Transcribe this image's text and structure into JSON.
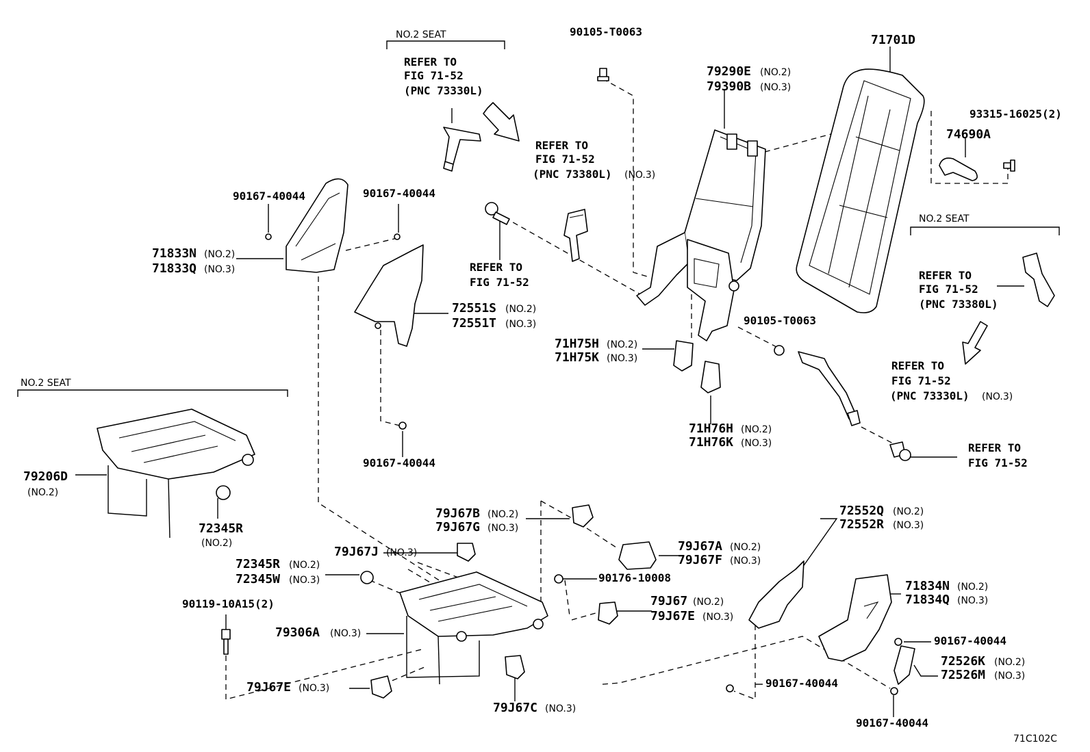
{
  "figure_code": "71C102C",
  "notes": {
    "no2_seat_top": "NO.2 SEAT",
    "no2_seat_left": "NO.2 SEAT",
    "no2_seat_right": "NO.2 SEAT",
    "refer_1": {
      "line1": "REFER TO",
      "line2": "FIG 71-52",
      "line3": "(PNC 73330L)"
    },
    "refer_2": {
      "line1": "REFER TO",
      "line2": "FIG 71-52",
      "line3": "(PNC 73380L)",
      "suffix": "(NO.3)"
    },
    "refer_3": {
      "line1": "REFER TO",
      "line2": "FIG 71-52"
    },
    "refer_4": {
      "line1": "REFER TO",
      "line2": "FIG 71-52",
      "line3": "(PNC 73380L)"
    },
    "refer_5": {
      "line1": "REFER TO",
      "line2": "FIG 71-52",
      "line3": "(PNC 73330L)",
      "suffix": "(NO.3)"
    },
    "refer_6": {
      "line1": "REFER TO",
      "line2": "FIG 71-52"
    }
  },
  "parts": {
    "p90105_top": "90105-T0063",
    "p71701D": "71701D",
    "p79290E": "79290E",
    "p79290E_s": "(NO.2)",
    "p79390B": "79390B",
    "p79390B_s": "(NO.3)",
    "p93315": "93315-16025(2)",
    "p74690A": "74690A",
    "p90167_a": "90167-40044",
    "p90167_b": "90167-40044",
    "p71833N": "71833N",
    "p71833N_s": "(NO.2)",
    "p71833Q": "71833Q",
    "p71833Q_s": "(NO.3)",
    "p72551S": "72551S",
    "p72551S_s": "(NO.2)",
    "p72551T": "72551T",
    "p72551T_s": "(NO.3)",
    "p71H75H": "71H75H",
    "p71H75H_s": "(NO.2)",
    "p71H75K": "71H75K",
    "p71H75K_s": "(NO.3)",
    "p90105_mid": "90105-T0063",
    "p71H76H": "71H76H",
    "p71H76H_s": "(NO.2)",
    "p71H76K": "71H76K",
    "p71H76K_s": "(NO.3)",
    "p90167_c": "90167-40044",
    "p79206D": "79206D",
    "p79206D_s": "(NO.2)",
    "p72345R_top": "72345R",
    "p72345R_top_s": "(NO.2)",
    "p79J67B": "79J67B",
    "p79J67B_s": "(NO.2)",
    "p79J67G": "79J67G",
    "p79J67G_s": "(NO.3)",
    "p72552Q": "72552Q",
    "p72552Q_s": "(NO.2)",
    "p72552R": "72552R",
    "p72552R_s": "(NO.3)",
    "p79J67J": "79J67J",
    "p79J67J_s": "(NO.3)",
    "p79J67A": "79J67A",
    "p79J67A_s": "(NO.2)",
    "p79J67F": "79J67F",
    "p79J67F_s": "(NO.3)",
    "p72345R": "72345R",
    "p72345R_s": "(NO.2)",
    "p72345W": "72345W",
    "p72345W_s": "(NO.3)",
    "p90176": "90176-10008",
    "p71834N": "71834N",
    "p71834N_s": "(NO.2)",
    "p71834Q": "71834Q",
    "p71834Q_s": "(NO.3)",
    "p90119": "90119-10A15(2)",
    "p79J67": "79J67",
    "p79J67_s": "(NO.2)",
    "p79J67E_r": "79J67E",
    "p79J67E_r_s": "(NO.3)",
    "p79306A": "79306A",
    "p79306A_s": "(NO.3)",
    "p90167_d": "90167-40044",
    "p72526K": "72526K",
    "p72526K_s": "(NO.2)",
    "p72526M": "72526M",
    "p72526M_s": "(NO.3)",
    "p90167_e": "90167-40044",
    "p79J67E_l": "79J67E",
    "p79J67E_l_s": "(NO.3)",
    "p79J67C": "79J67C",
    "p79J67C_s": "(NO.3)",
    "p90167_f": "90167-40044"
  }
}
